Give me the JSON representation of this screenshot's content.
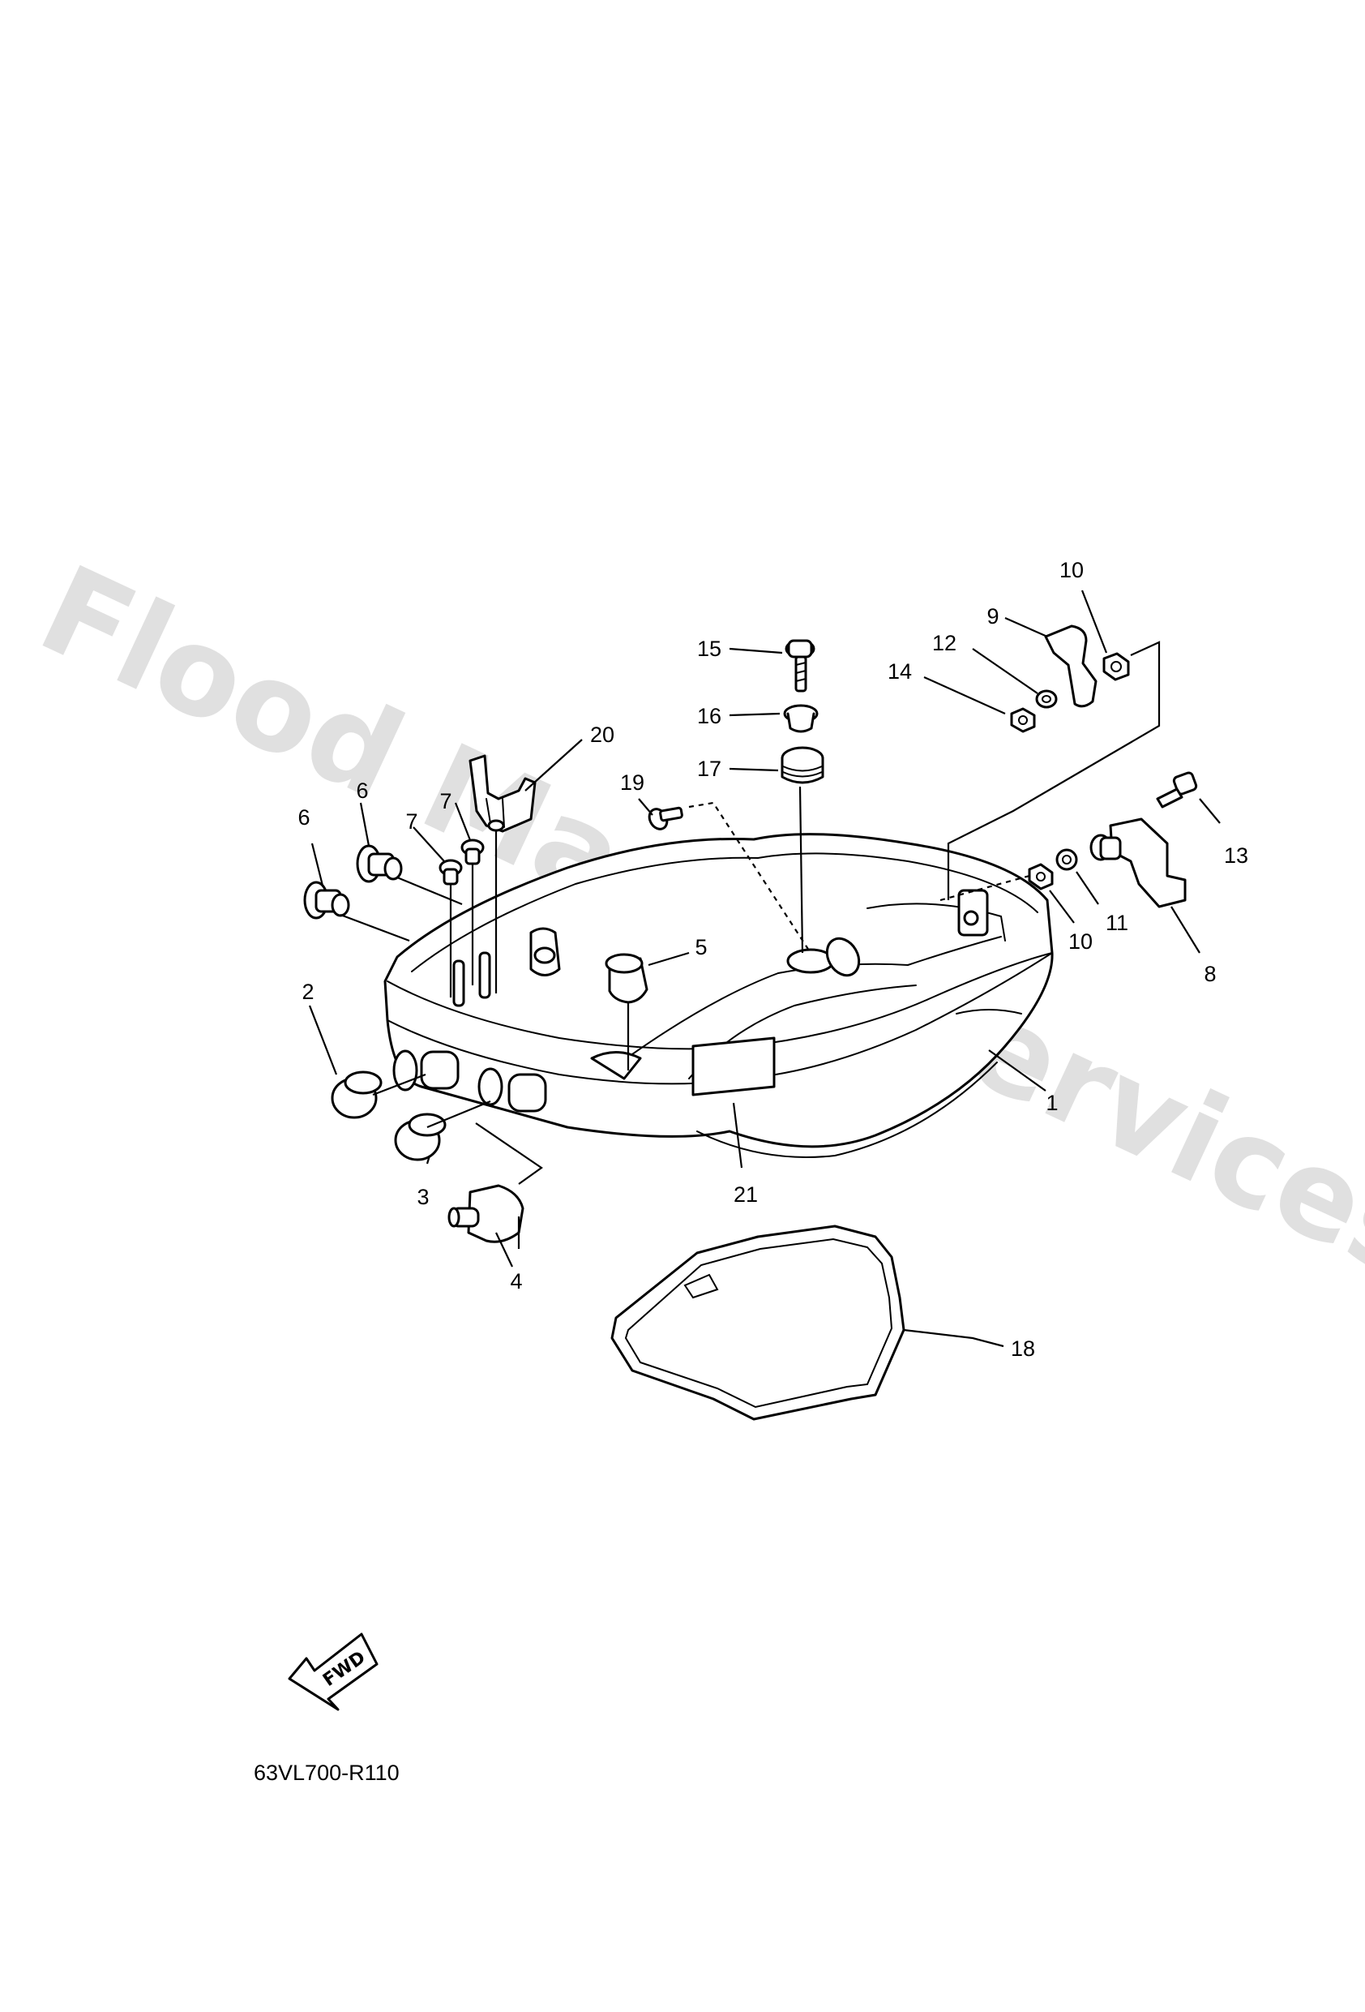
{
  "watermark": "Flood Marine Services",
  "drawing_code": "63VL700-R110",
  "fwd_label": "FWD",
  "callouts": {
    "c1": "1",
    "c2": "2",
    "c3": "3",
    "c4": "4",
    "c5": "5",
    "c6a": "6",
    "c6b": "6",
    "c7a": "7",
    "c7b": "7",
    "c8": "8",
    "c9": "9",
    "c10a": "10",
    "c10b": "10",
    "c11": "11",
    "c12": "12",
    "c13": "13",
    "c14": "14",
    "c15": "15",
    "c16": "16",
    "c17": "17",
    "c18": "18",
    "c19": "19",
    "c20": "20",
    "c21": "21"
  }
}
